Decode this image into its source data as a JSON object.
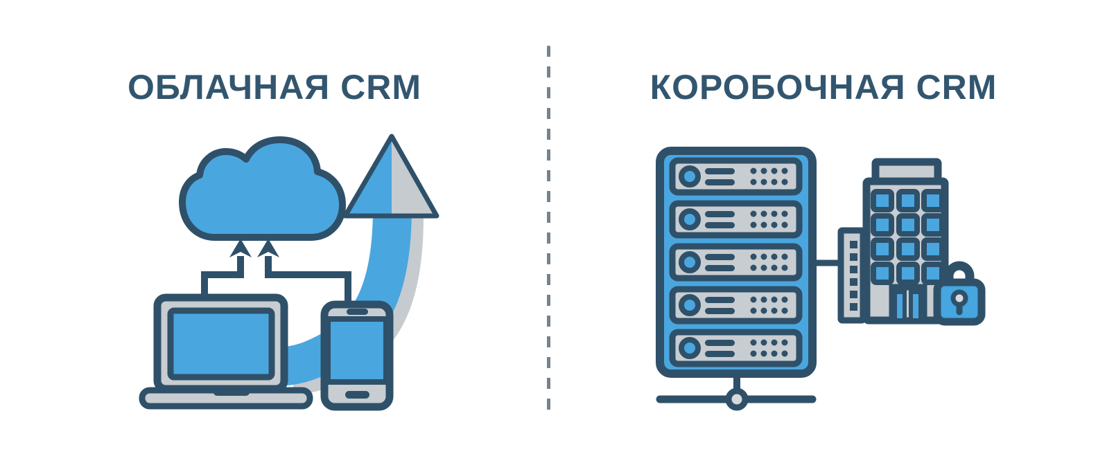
{
  "page": {
    "background_color": "#ffffff",
    "divider": {
      "color": "#76828C",
      "style": "vertical-dashed"
    }
  },
  "colors": {
    "accent_blue": "#4AA6DF",
    "outline_navy": "#2F5069",
    "neutral_gray": "#C8CDD1",
    "shadow_gray": "#C6CBCF",
    "node_gray": "#D6D9DC",
    "title_color": "#33566F"
  },
  "left_panel": {
    "title": "ОБЛАЧНАЯ CRM",
    "icons": [
      "cloud-icon",
      "upload-arrows-icon",
      "laptop-icon",
      "smartphone-icon",
      "growth-arrow-icon"
    ]
  },
  "right_panel": {
    "title": "КОРОБОЧНАЯ CRM",
    "icons": [
      "server-rack-icon",
      "network-node-icon",
      "annex-building-icon",
      "office-building-icon",
      "padlock-icon"
    ]
  }
}
